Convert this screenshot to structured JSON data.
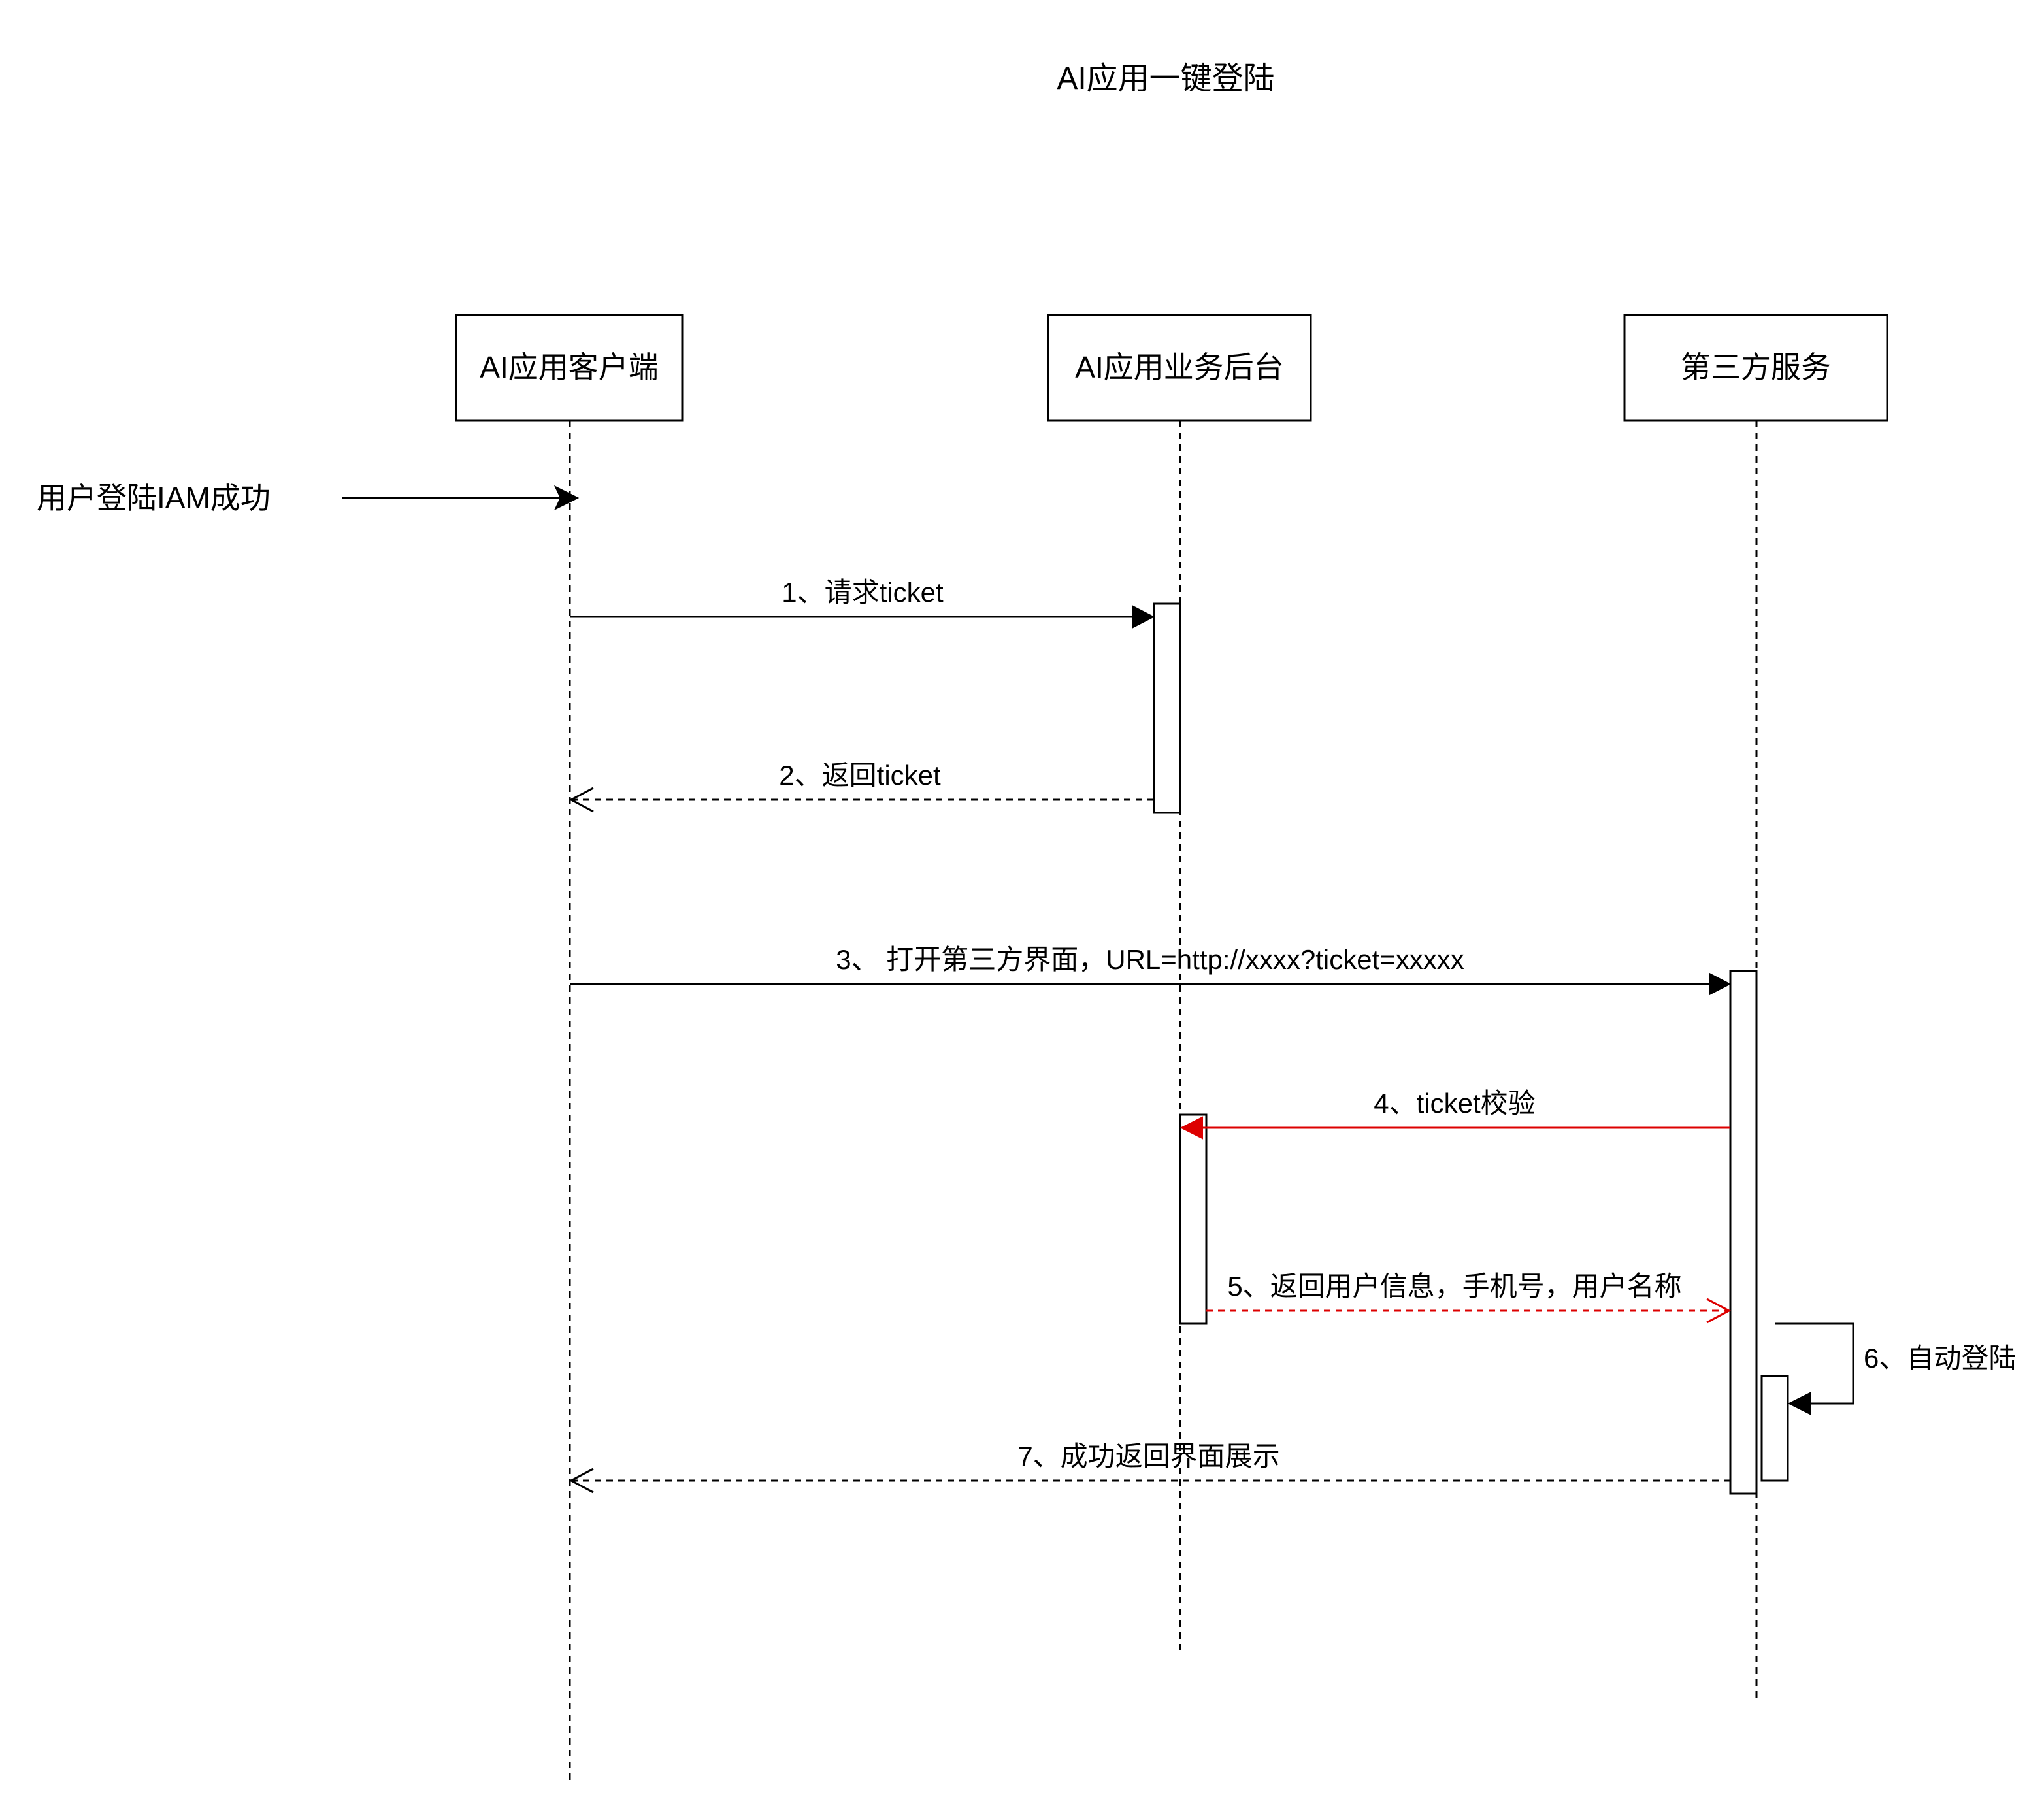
{
  "title": "AI应用一键登陆",
  "participants": {
    "client": {
      "label": "AI应用客户端"
    },
    "backend": {
      "label": "AI应用业务后台"
    },
    "third_party": {
      "label": "第三方服务"
    }
  },
  "precondition": {
    "label": "用户登陆IAM成功"
  },
  "messages": [
    {
      "label": "1、请求ticket"
    },
    {
      "label": "2、返回ticket"
    },
    {
      "label": "3、 打开第三方界面，URL=http://xxxx?ticket=xxxxx"
    },
    {
      "label": "4、ticket校验"
    },
    {
      "label": "5、返回用户信息，手机号，用户名称"
    },
    {
      "label": "6、自动登陆"
    },
    {
      "label": "7、成功返回界面展示"
    }
  ],
  "colors": {
    "line": "#000000",
    "highlight": "#dd0000",
    "background": "#ffffff"
  }
}
